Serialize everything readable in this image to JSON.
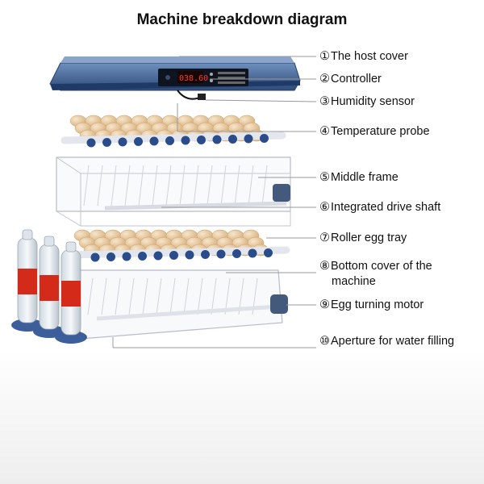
{
  "title": "Machine breakdown diagram",
  "display_digits": "038.60",
  "colors": {
    "cover": "#3b5b8c",
    "egg": "#e8c9a0",
    "roller_cap": "#2a4c8a",
    "bottle_band": "#d42a1a",
    "frame": "#c9ccd4"
  },
  "parts": [
    {
      "num": "①",
      "text": "The host cover"
    },
    {
      "num": "②",
      "text": "Controller"
    },
    {
      "num": "③",
      "text": "Humidity sensor"
    },
    {
      "num": "④",
      "text": "Temperature probe"
    },
    {
      "num": "⑤",
      "text": "Middle frame"
    },
    {
      "num": "⑥",
      "text": "Integrated drive shaft"
    },
    {
      "num": "⑦",
      "text": "Roller egg tray"
    },
    {
      "num": "⑧",
      "text": "Bottom cover of the",
      "text2": "machine"
    },
    {
      "num": "⑨",
      "text": "Egg turning motor"
    },
    {
      "num": "⑩",
      "text": "Aperture for water filling"
    }
  ]
}
